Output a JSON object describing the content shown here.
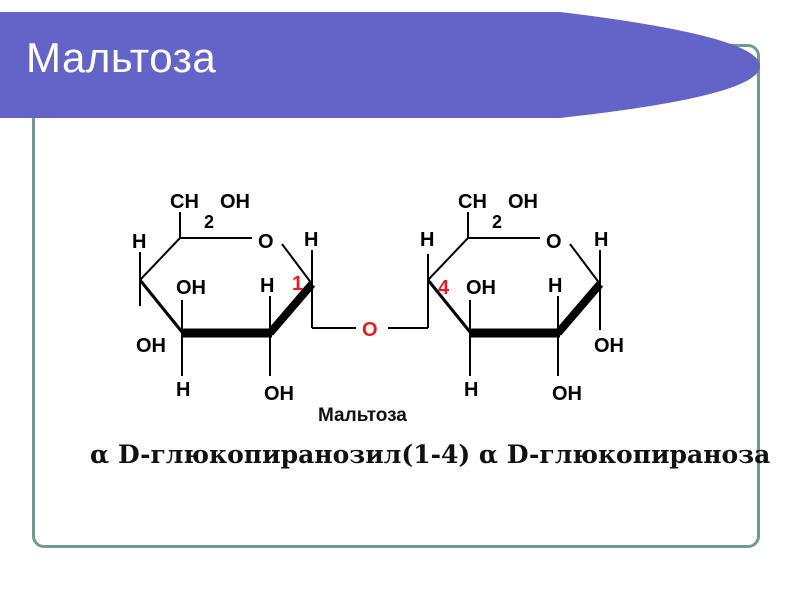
{
  "slide": {
    "title": "Мальтоза",
    "colors": {
      "banner": "#6464c8",
      "frame": "#6e9c93",
      "bond": "#000000",
      "highlight": "#e02020"
    }
  },
  "diagram": {
    "left_ring": {
      "group_top": "CH",
      "group_sub": "2",
      "group_tail": "OH",
      "ring_oxygen": "O",
      "h_top_left": "H",
      "h_c1": "H",
      "h_c2": "H",
      "h_c3": "H",
      "oh_c3_upper": "OH",
      "oh_c4": "OH",
      "oh_c2": "OH",
      "c1_number": "1"
    },
    "bridge_oxygen": "O",
    "right_ring": {
      "group_top": "CH",
      "group_sub": "2",
      "group_tail": "OH",
      "ring_oxygen": "O",
      "h_c4": "H",
      "h_c1": "H",
      "h_c2": "H",
      "h_c3": "H",
      "oh_c3": "OH",
      "oh_c2": "OH",
      "oh_c1": "OH",
      "c4_number": "4"
    },
    "label": "Мальтоза",
    "formula": "α D-глюкопиранозил(1-4) α D-глюкопираноза"
  }
}
